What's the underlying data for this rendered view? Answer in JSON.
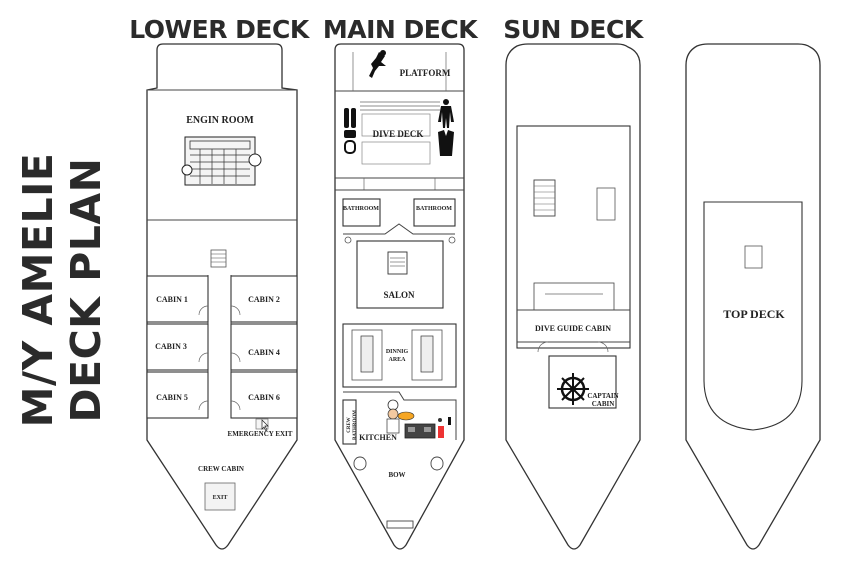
{
  "title_line1": "M/Y AMELIE",
  "title_line2": "DECK PLAN",
  "decks": {
    "lower": {
      "heading": "LOWER DECK",
      "engine_room": "ENGIN ROOM",
      "cabins": [
        "CABIN 1",
        "CABIN 2",
        "CABIN 3",
        "CABIN 4",
        "CABIN 5",
        "CABIN 6"
      ],
      "emergency_exit": "EMERGENCY EXIT",
      "crew_cabin": "CREW CABIN",
      "exit": "EXIT"
    },
    "main": {
      "heading": "MAIN DECK",
      "platform": "PLATFORM",
      "dive_deck": "DIVE DECK",
      "bathroom_left": "BATHROOM",
      "bathroom_right": "BATHROOM",
      "salon": "SALON",
      "dining_line1": "DINNIG",
      "dining_line2": "AREA",
      "crew_bathroom_line1": "CREW",
      "crew_bathroom_line2": "BATHROOM",
      "kitchen": "KITCHEN",
      "bow": "BOW"
    },
    "sun": {
      "heading": "SUN DECK",
      "dive_guide_cabin": "DIVE GUIDE CABIN",
      "captain_line1": "CAPTAIN",
      "captain_line2": "CABIN"
    },
    "top": {
      "heading": "TOP DECK",
      "top_deck": "TOP DECK"
    }
  },
  "icons": [
    "diver-icon",
    "wetsuit-icon",
    "scuba-tank-icon",
    "bcd-vest-icon",
    "ship-wheel-icon",
    "chef-icon",
    "engine-icon",
    "stairs-icon",
    "cursor-icon"
  ]
}
